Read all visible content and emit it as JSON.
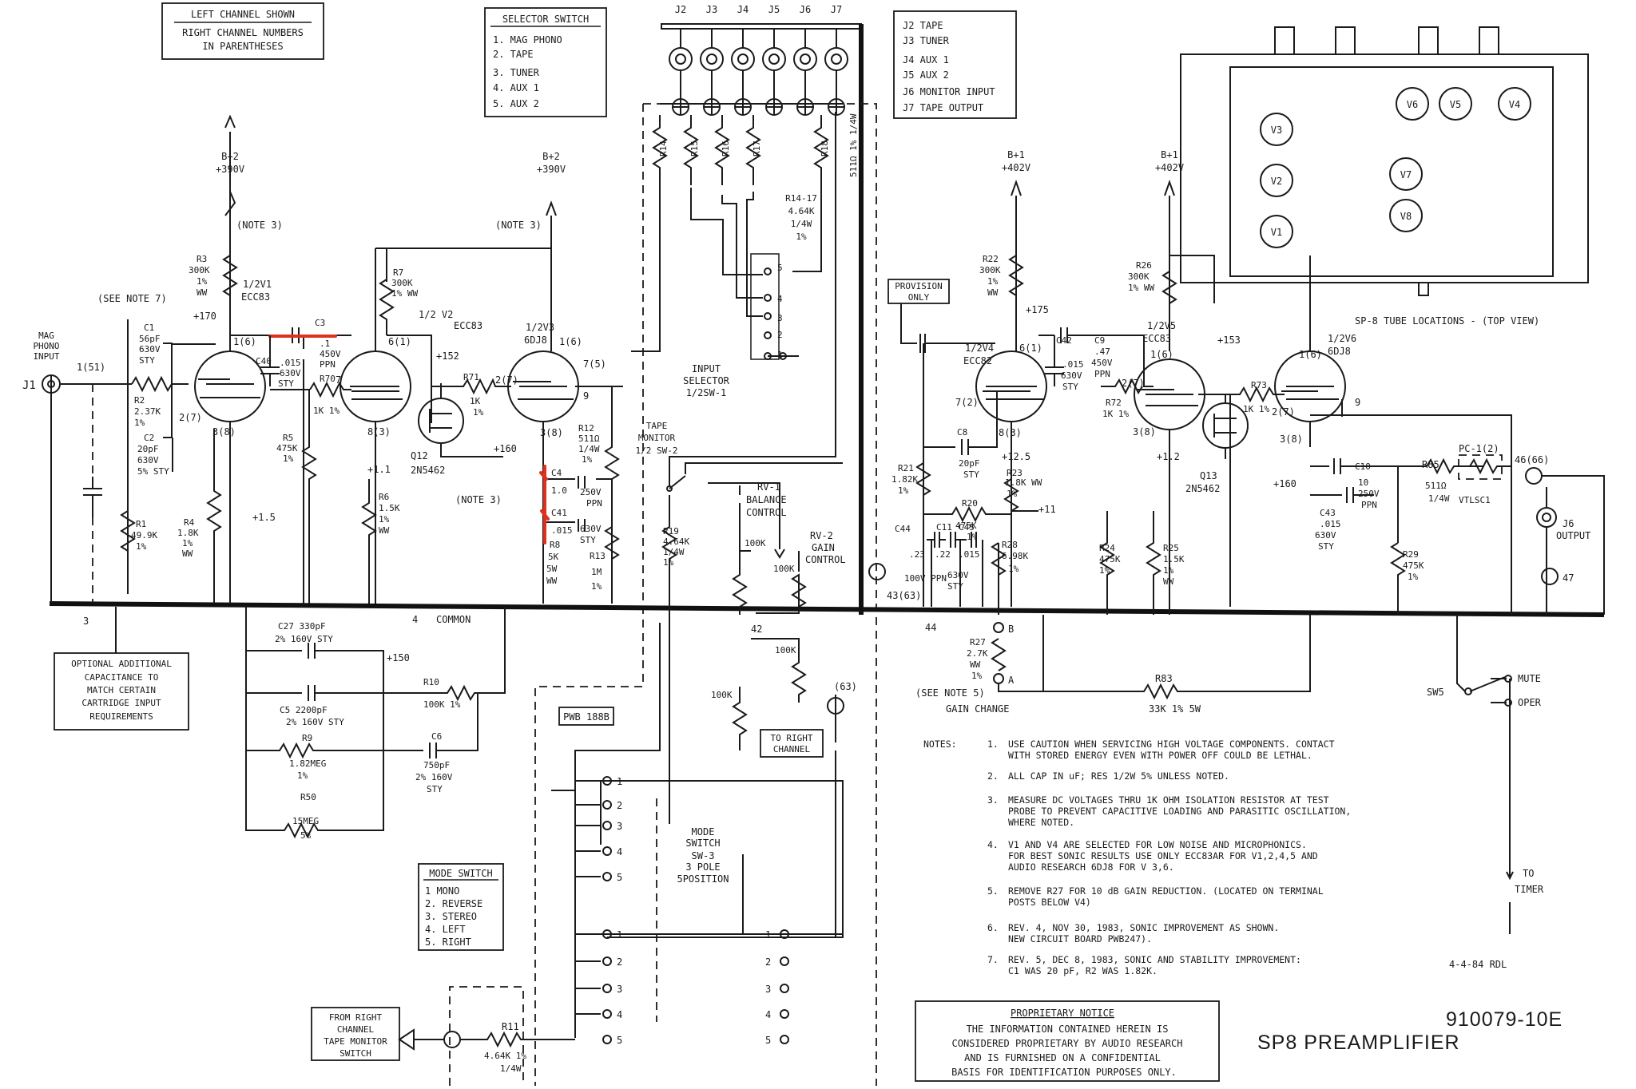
{
  "header": {
    "left_channel_box": [
      "LEFT CHANNEL SHOWN",
      "RIGHT CHANNEL NUMBERS",
      "IN PARENTHESES"
    ],
    "selector_switch_box": {
      "title": "SELECTOR SWITCH",
      "items": [
        "1. MAG PHONO",
        "2. TAPE",
        "3. TUNER",
        "4. AUX 1",
        "5. AUX 2"
      ]
    },
    "jack_legend": [
      "J2  TAPE",
      "J3  TUNER",
      "J4  AUX 1",
      "J5  AUX 2",
      "J6  MONITOR INPUT",
      "J7  TAPE OUTPUT"
    ],
    "jack_row": [
      "J2",
      "J3",
      "J4",
      "J5",
      "J6",
      "J7"
    ]
  },
  "components": {
    "input": [
      "MAG",
      "PHONO",
      "INPUT"
    ],
    "j1": "J1",
    "pin1": "1(51)",
    "see_note7": "(SEE NOTE 7)",
    "c1": [
      "C1",
      "56pF",
      "630V",
      "STY"
    ],
    "r2": [
      "R2",
      "2.37K",
      "1%"
    ],
    "c2": [
      "C2",
      "20pF",
      "630V",
      "5% STY"
    ],
    "r1": [
      "R1",
      "49.9K",
      "1%"
    ],
    "r4": [
      "R4",
      "1.8K",
      "1%",
      "WW"
    ],
    "r3": [
      "B+2",
      "+390V",
      "(NOTE 3)",
      "R3",
      "300K",
      "1%",
      "WW"
    ],
    "v1": [
      "1/2V1",
      "ECC83",
      "+170",
      "1(6)",
      "2(7)",
      "3(8)"
    ],
    "c3": [
      "C3",
      ".1",
      "450V",
      "PPN"
    ],
    "c40": [
      "C40",
      ".015",
      "630V",
      "STY"
    ],
    "r70": [
      "R70",
      "1K 1%"
    ],
    "r5": [
      "R5",
      "475K",
      "1%"
    ],
    "v2": [
      "1/2 V2",
      "ECC83",
      "6(1)",
      "7",
      "8(3)",
      "+152",
      "+1.1"
    ],
    "r7": [
      "R7",
      "300K",
      "1% WW"
    ],
    "r6": [
      "R6",
      "1.5K",
      "1%",
      "WW"
    ],
    "q12": [
      "Q12",
      "2N5462"
    ],
    "r71": [
      "R71",
      "1K",
      "1%"
    ],
    "v3_top": [
      "B+2",
      "+390V",
      "(NOTE 3)"
    ],
    "v3": [
      "1/2V3",
      "6DJ8",
      "1(6)",
      "2(7)",
      "3(8)",
      "7(5)",
      "9",
      "+160"
    ],
    "c4": [
      "C4",
      "1.0",
      "250V",
      "PPN"
    ],
    "c41": [
      "C41",
      ".015",
      "630V",
      "STY"
    ],
    "r8": [
      "R8",
      "5K",
      "5W",
      "WW"
    ],
    "r12": [
      "R12",
      "511Ω",
      "1/4W",
      "1%"
    ],
    "r13": [
      "R13",
      "1M",
      "1%"
    ],
    "note3": "(NOTE 3)",
    "plus15": "+1.5",
    "common": "COMMON",
    "node3": "3",
    "node4": "4",
    "optional_box": [
      "OPTIONAL ADDITIONAL",
      "CAPACITANCE TO",
      "MATCH CERTAIN",
      "CARTRIDGE INPUT",
      "REQUIREMENTS"
    ],
    "c27": [
      "C27  330pF",
      "2%  160V STY"
    ],
    "c5": [
      "C5  2200pF",
      "2%  160V STY"
    ],
    "r9": [
      "R9",
      "1.82MEG",
      "1%"
    ],
    "r50": [
      "R50",
      "15MEG",
      "5%"
    ],
    "r10": [
      "R10",
      "100K 1%"
    ],
    "c6": [
      "C6",
      "750pF",
      "2%  160V",
      "STY"
    ],
    "plus150": "+150",
    "selector_resistors": [
      "R14",
      "R15",
      "R16",
      "R17",
      "R18"
    ],
    "r18_value": "511Ω 1% 1/4W",
    "r14_17": [
      "R14-17",
      "4.64K",
      "1/4W",
      "1%"
    ],
    "input_selector": [
      "INPUT",
      "SELECTOR",
      "1/2SW-1"
    ],
    "tape_monitor": [
      "TAPE",
      "MONITOR",
      "1/2 SW-2"
    ],
    "switch_pos": [
      "5",
      "4",
      "3",
      "2",
      "1"
    ],
    "rv1": [
      "RV-1",
      "BALANCE",
      "CONTROL",
      "100K"
    ],
    "rv2": [
      "RV-2",
      "GAIN",
      "CONTROL",
      "100K"
    ],
    "r19": [
      "R19",
      "4.64K",
      "1/4W",
      "1%"
    ],
    "node42": "42",
    "node43": "43(63)",
    "node44": "44",
    "node63": "(63)",
    "to_right": [
      "TO RIGHT",
      "CHANNEL"
    ],
    "pwb": "PWB 188B",
    "mode_switch_box": {
      "title": "MODE SWITCH",
      "items": [
        "1  MONO",
        "2. REVERSE",
        "3. STEREO",
        "4.  LEFT",
        "5.  RIGHT"
      ]
    },
    "mode_switch": [
      "MODE",
      "SWITCH",
      "SW-3",
      "3 POLE",
      "5POSITION"
    ],
    "mode_pos": [
      "1",
      "2",
      "3",
      "4",
      "5"
    ],
    "from_right": [
      "FROM RIGHT",
      "CHANNEL",
      "TAPE MONITOR",
      "SWITCH"
    ],
    "r11": [
      "R11",
      "4.64K 1%",
      "1/4W"
    ],
    "provision": [
      "PROVISION",
      "ONLY"
    ],
    "v4_top": [
      "B+1",
      "+402V"
    ],
    "r22": [
      "R22",
      "300K",
      "1%",
      "WW"
    ],
    "v4": [
      "1/2V4",
      "ECC82",
      "6(1)",
      "7(2)",
      "8(3)",
      "+175",
      "+12.5"
    ],
    "c42": [
      "C42",
      ".015",
      "630V",
      "STY"
    ],
    "c9": [
      "C9",
      ".47",
      "450V",
      "PPN"
    ],
    "c8": [
      "C8",
      "20pF",
      "STY"
    ],
    "r21": [
      "R21",
      "1.82K",
      "1%"
    ],
    "r20": [
      "R20",
      "475K",
      "1%"
    ],
    "r23": [
      "R23",
      "1.8K WW",
      "1%"
    ],
    "c44": [
      "C44",
      "C11",
      "C45",
      ".23",
      ".22",
      ".015",
      "100V PPN",
      "630V",
      "STY"
    ],
    "r28": [
      "R28",
      "6.98K",
      "1%"
    ],
    "plus11": "+11",
    "r27": [
      "R27",
      "2.7K",
      "WW",
      "1%"
    ],
    "see_note5": [
      "(SEE NOTE 5)",
      "GAIN CHANGE"
    ],
    "nodeA": "A",
    "nodeB": "B",
    "v5_top": [
      "B+1",
      "+402V"
    ],
    "r26": [
      "R26",
      "300K",
      "1% WW"
    ],
    "v5": [
      "1/2V5",
      "ECC83",
      "1(6)",
      "2(7)",
      "3(8)",
      "+153",
      "+1.2"
    ],
    "r72": [
      "R72",
      "1K 1%"
    ],
    "q13": [
      "Q13",
      "2N5462"
    ],
    "r24": [
      "R24",
      "475K",
      "1%"
    ],
    "r25": [
      "R25",
      "1.5K",
      "1%",
      "WW"
    ],
    "r73": [
      "R73",
      "1K 1%"
    ],
    "v6": [
      "1/2V6",
      "6DJ8",
      "1(6)",
      "2(7)",
      "3(8)",
      "9",
      "+160"
    ],
    "c10": [
      "C10",
      "10",
      "250V",
      "PPN"
    ],
    "c43": [
      "C43",
      ".015",
      "630V",
      "STY"
    ],
    "r85": [
      "R85",
      "511Ω",
      "1/4W"
    ],
    "pc1": [
      "PC-1(2)",
      "VTLSC1"
    ],
    "r29": [
      "R29",
      "475K",
      "1%"
    ],
    "node46": "46(66)",
    "node47": "47",
    "j6": [
      "J6",
      "OUTPUT"
    ],
    "r83": [
      "R83",
      "33K 1% 5W"
    ],
    "sw5": [
      "SW5",
      "MUTE",
      "OPER"
    ],
    "timer": [
      "TO",
      "TIMER"
    ]
  },
  "tube_layout": {
    "title": "SP-8 TUBE LOCATIONS - (TOP VIEW)",
    "tubes": [
      "V6",
      "V5",
      "V4",
      "V3",
      "V2",
      "V7",
      "V8",
      "V1"
    ]
  },
  "notes": {
    "label": "NOTES:",
    "items": [
      [
        "1.",
        "USE CAUTION WHEN SERVICING HIGH VOLTAGE COMPONENTS.  CONTACT",
        "WITH STORED ENERGY EVEN WITH POWER OFF COULD BE LETHAL."
      ],
      [
        "2.",
        "ALL CAP IN uF; RES 1/2W 5% UNLESS NOTED."
      ],
      [
        "3.",
        "MEASURE DC VOLTAGES THRU 1K OHM ISOLATION RESISTOR AT TEST",
        "PROBE TO PREVENT CAPACITIVE LOADING AND PARASITIC OSCILLATION,",
        "WHERE NOTED."
      ],
      [
        "4.",
        "V1 AND V4 ARE SELECTED FOR LOW NOISE AND MICROPHONICS.",
        "FOR BEST SONIC RESULTS USE ONLY ECC83AR FOR V1,2,4,5 AND",
        "AUDIO RESEARCH 6DJ8 FOR V 3,6."
      ],
      [
        "5.",
        "REMOVE R27 FOR 10 dB GAIN REDUCTION. (LOCATED ON TERMINAL",
        "POSTS BELOW V4)"
      ],
      [
        "6.",
        "REV. 4, NOV 30, 1983, SONIC IMPROVEMENT AS SHOWN.",
        "NEW CIRCUIT BOARD PWB247)."
      ],
      [
        "7.",
        "REV. 5, DEC 8, 1983, SONIC AND STABILITY IMPROVEMENT:",
        "C1 WAS 20 pF, R2 WAS 1.82K."
      ]
    ]
  },
  "proprietary": {
    "title": "PROPRIETARY NOTICE",
    "lines": [
      "THE INFORMATION CONTAINED HEREIN IS",
      "CONSIDERED PROPRIETARY BY AUDIO RESEARCH",
      "AND IS FURNISHED ON A CONFIDENTIAL",
      "BASIS FOR IDENTIFICATION PURPOSES ONLY."
    ]
  },
  "footer": {
    "date": "4-4-84  RDL",
    "doc_number": "910079-10E",
    "title": "SP8 PREAMPLIFIER"
  },
  "colors": {
    "ink": "#1a1a1a",
    "markup_red": "#e0301e",
    "paper": "#ffffff"
  }
}
